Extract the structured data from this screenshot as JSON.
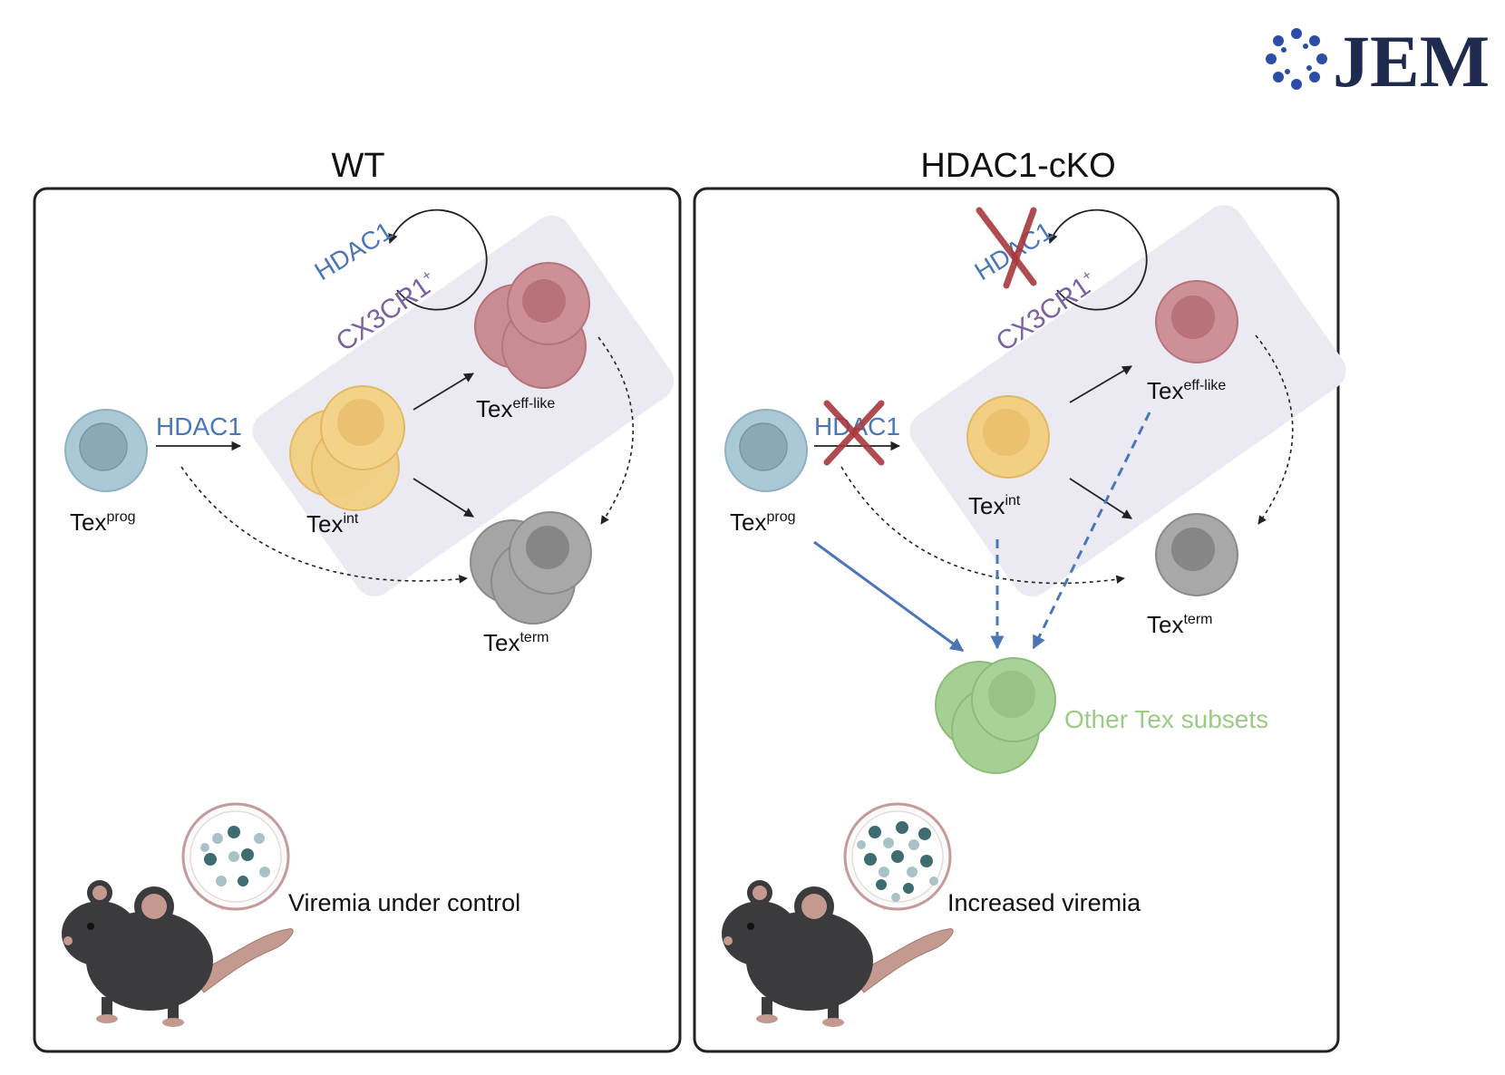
{
  "logo": {
    "text": "JEM"
  },
  "panels": [
    {
      "title": "WT",
      "loop_label": "HDAC1",
      "marker_label": "CX3CR1",
      "marker_sup": "+",
      "arrow_label": "HDAC1",
      "cells": [
        {
          "base": "Tex",
          "sup": "prog"
        },
        {
          "base": "Tex",
          "sup": "int"
        },
        {
          "base": "Tex",
          "sup": "eff-like"
        },
        {
          "base": "Tex",
          "sup": "term"
        }
      ],
      "caption": "Viremia under control"
    },
    {
      "title": "HDAC1-cKO",
      "loop_label": "HDAC1",
      "marker_label": "CX3CR1",
      "marker_sup": "+",
      "arrow_label": "HDAC1",
      "cells": [
        {
          "base": "Tex",
          "sup": "prog"
        },
        {
          "base": "Tex",
          "sup": "int"
        },
        {
          "base": "Tex",
          "sup": "eff-like"
        },
        {
          "base": "Tex",
          "sup": "term"
        }
      ],
      "other_label": "Other Tex subsets",
      "caption": "Increased viremia"
    }
  ],
  "colors": {
    "prog": "#aac9d7",
    "int": "#f2cf82",
    "eff": "#c98c92",
    "term": "#9e9e9e",
    "other": "#a6cf94",
    "hdac": "#4a76b8",
    "cx3cr1": "#7a62a3",
    "cross": "#a8383e",
    "other_text": "#9ccb86",
    "box_bg": "#ebe9f2",
    "logo": "#1f2b4e",
    "mouse": "#3b3b3e"
  }
}
